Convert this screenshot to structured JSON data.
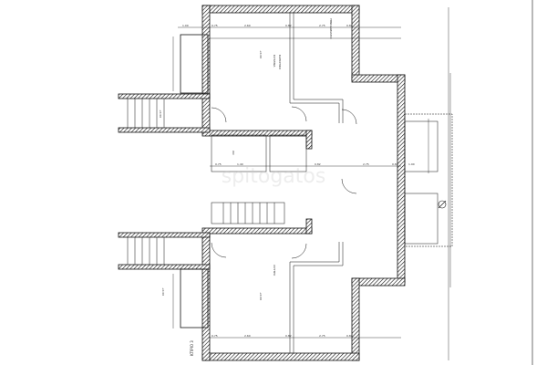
{
  "drawing": {
    "building_label": "ΚΤΙΡΙΟ 3",
    "watermark": "spitogatos",
    "dimensions_top": [
      "1.00",
      "0.75",
      "2.60",
      "0.82",
      "2.75",
      "0.82"
    ],
    "dimensions_bottom": [
      "0.75",
      "2.60",
      "0.82",
      "2.75",
      "0.82"
    ],
    "dimensions_mid": [
      "0.75",
      "1.40",
      "0.82",
      "2.75",
      "0.82",
      "1.90"
    ],
    "room_labels": [
      "ΚΟΥΖΙΝΑ",
      "ΚΑΘΙΣΤΙΚΟ",
      "ΥΠΝΟΔΩΜΑΤΙΟ",
      "WC",
      "ΛΟΥΤΡΟ"
    ],
    "level_marks": [
      "+0.00",
      "+0.00",
      "+0.00",
      "+0.00"
    ]
  }
}
